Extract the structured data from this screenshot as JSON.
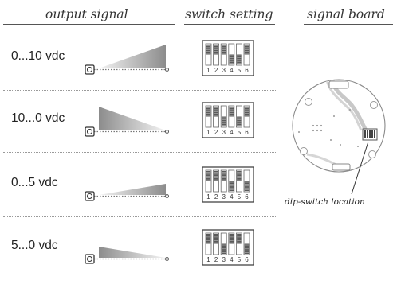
{
  "headers": {
    "output_signal": "output signal",
    "switch_setting": "switch setting",
    "signal_board": "signal board"
  },
  "rows": [
    {
      "signal": "0...10 vdc",
      "ramp": {
        "direction": "rising",
        "level": "full"
      },
      "switches": [
        "on",
        "on",
        "on",
        "off",
        "off",
        "on"
      ]
    },
    {
      "signal": "10...0 vdc",
      "ramp": {
        "direction": "falling",
        "level": "full"
      },
      "switches": [
        "on",
        "on",
        "off",
        "on",
        "off",
        "on"
      ]
    },
    {
      "signal": "0...5 vdc",
      "ramp": {
        "direction": "rising",
        "level": "half"
      },
      "switches": [
        "on",
        "on",
        "on",
        "off",
        "on",
        "off"
      ]
    },
    {
      "signal": "5...0 vdc",
      "ramp": {
        "direction": "falling",
        "level": "half"
      },
      "switches": [
        "on",
        "on",
        "off",
        "on",
        "on",
        "off"
      ]
    }
  ],
  "switch_numbers": [
    "1",
    "2",
    "3",
    "4",
    "5",
    "6"
  ],
  "board": {
    "label": "dip-switch location"
  },
  "colors": {
    "ramp_dark": "#8c8c8c",
    "ramp_light": "#f4f4f4",
    "switch_dark": "#5a5a5a",
    "switch_light": "#dddddd",
    "board_line": "#8a8a8a",
    "board_trace": "#c8c8c8"
  }
}
